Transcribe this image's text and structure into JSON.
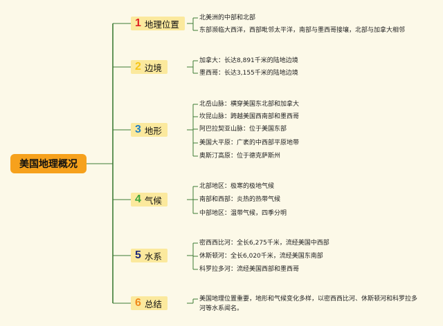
{
  "root": {
    "label": "美国地理概况",
    "color": "#f6a11c"
  },
  "colors": {
    "line": "#3c7a34",
    "branch_fill": "#fbe99d"
  },
  "branches": [
    {
      "num": "1",
      "num_color": "#e02323",
      "label": "地理位置",
      "leaves": [
        "北美洲的中部和北部",
        "东部濒临大西洋，西部毗邻太平洋，南部与墨西哥接壤，北部与加拿大相邻"
      ]
    },
    {
      "num": "2",
      "num_color": "#f6c518",
      "label": "边境",
      "leaves": [
        "加拿大：长达8,891千米的陆地边境",
        "墨西哥：长达3,155千米的陆地边境"
      ]
    },
    {
      "num": "3",
      "num_color": "#1f7fc4",
      "label": "地形",
      "leaves": [
        "北岳山脉：横穿美国东北部和加拿大",
        "坎昆山脉：跨越美国西南部和墨西哥",
        "阿巴拉契亚山脉：位于美国东部",
        "美国大平原：广袤的中西部平原地带",
        "奥斯汀高原：位于德克萨斯州"
      ]
    },
    {
      "num": "4",
      "num_color": "#3da53a",
      "label": "气候",
      "leaves": [
        "北部地区：极寒的极地气候",
        "南部和西部：炎热的热带气候",
        "中部地区：温带气候，四季分明"
      ]
    },
    {
      "num": "5",
      "num_color": "#1e2a78",
      "label": "水系",
      "leaves": [
        "密西西比河：全长6,275千米，流经美国中西部",
        "休斯顿河：全长6,020千米，流经美国东南部",
        "科罗拉多河：流经美国西部和墨西哥"
      ]
    },
    {
      "num": "6",
      "num_color": "#f08a1c",
      "label": "总结",
      "leaves": [
        "美国地理位置重要，地形和气候变化多样，以密西西比河、休斯顿河和科罗拉多河等水系闻名。"
      ]
    }
  ]
}
